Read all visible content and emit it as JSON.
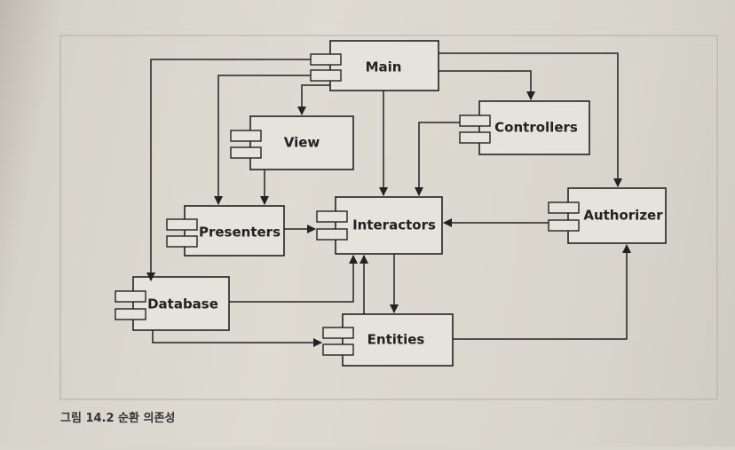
{
  "figure": {
    "caption": "그림 14.2 순환 의존성",
    "components": {
      "main": "Main",
      "view": "View",
      "controllers": "Controllers",
      "presenters": "Presenters",
      "interactors": "Interactors",
      "authorizer": "Authorizer",
      "database": "Database",
      "entities": "Entities"
    }
  },
  "colors": {
    "box_stroke": "#222222",
    "box_fill": "#e6e3dc",
    "frame_stroke": "#b9b6ad"
  }
}
